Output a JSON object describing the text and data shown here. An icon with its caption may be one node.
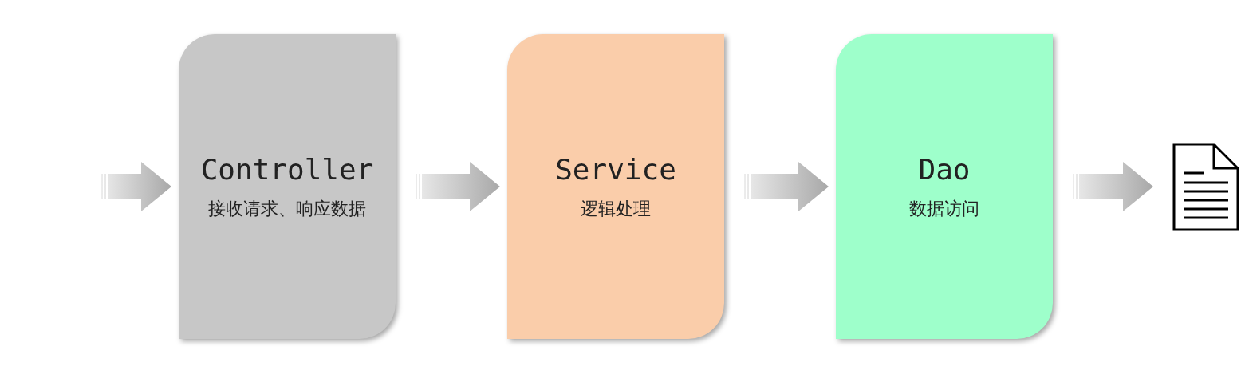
{
  "diagram": {
    "nodes": [
      {
        "text": [
          "Controller",
          "接收请求、响应数据"
        ]
      },
      {
        "text": [
          "Service",
          "逻辑处理"
        ]
      },
      {
        "text": [
          "Dao",
          "数据访问"
        ]
      },
      {
        "text": [],
        "shape": "picture"
      }
    ],
    "edges": [
      {
        "from": null,
        "to": 0,
        "arrow": "to"
      },
      {
        "from": 0,
        "to": 1,
        "arrow": "to"
      },
      {
        "from": 1,
        "to": 2,
        "arrow": "to"
      },
      {
        "from": 2,
        "to": 3,
        "arrow": "to"
      }
    ]
  }
}
